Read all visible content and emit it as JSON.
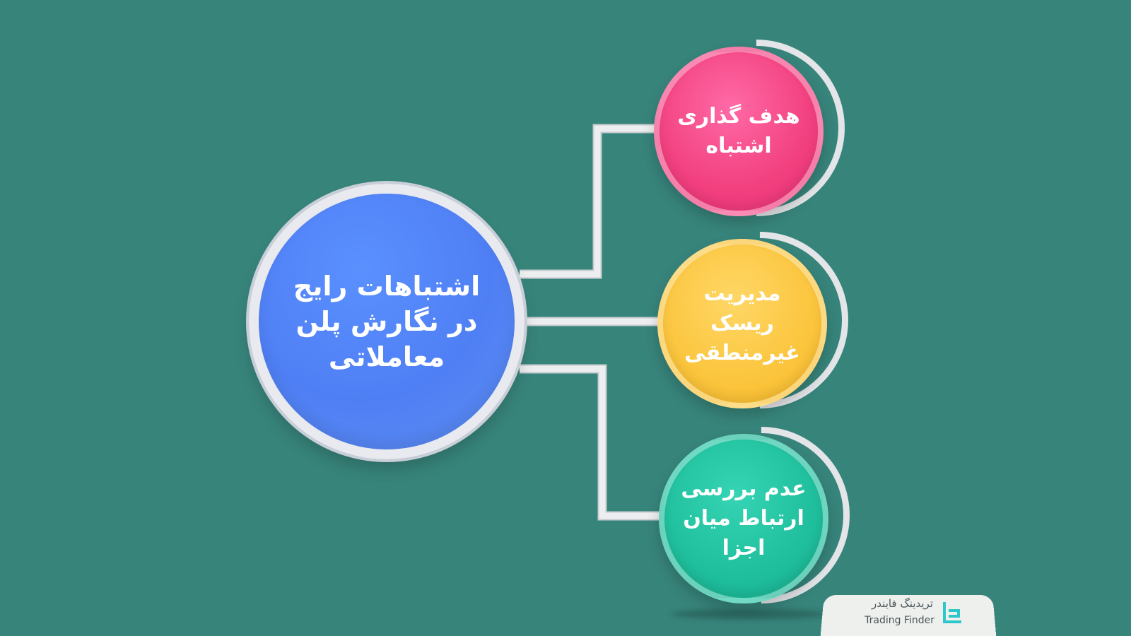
{
  "diagram": {
    "center": {
      "text": "اشتباهات رایج در نگارش پلن معاملاتی"
    },
    "items": [
      {
        "text": "هدف گذاری اشتباه"
      },
      {
        "text": "مدیریت ریسک غیرمنطقی"
      },
      {
        "text": "عدم بررسی ارتباط میان اجزا"
      }
    ]
  },
  "brand": {
    "name_fa": "تریدینگ فایندر",
    "name_en": "Trading Finder",
    "icon": "trading-finder-logo-icon"
  },
  "colors": {
    "background": "#37847b",
    "center": "#4f7ff4",
    "item_1": "#f2407f",
    "item_2": "#fbc53d",
    "item_3": "#1fbf9d",
    "connector": "#e6e8ea",
    "brand_icon": "#2ec7c9"
  }
}
